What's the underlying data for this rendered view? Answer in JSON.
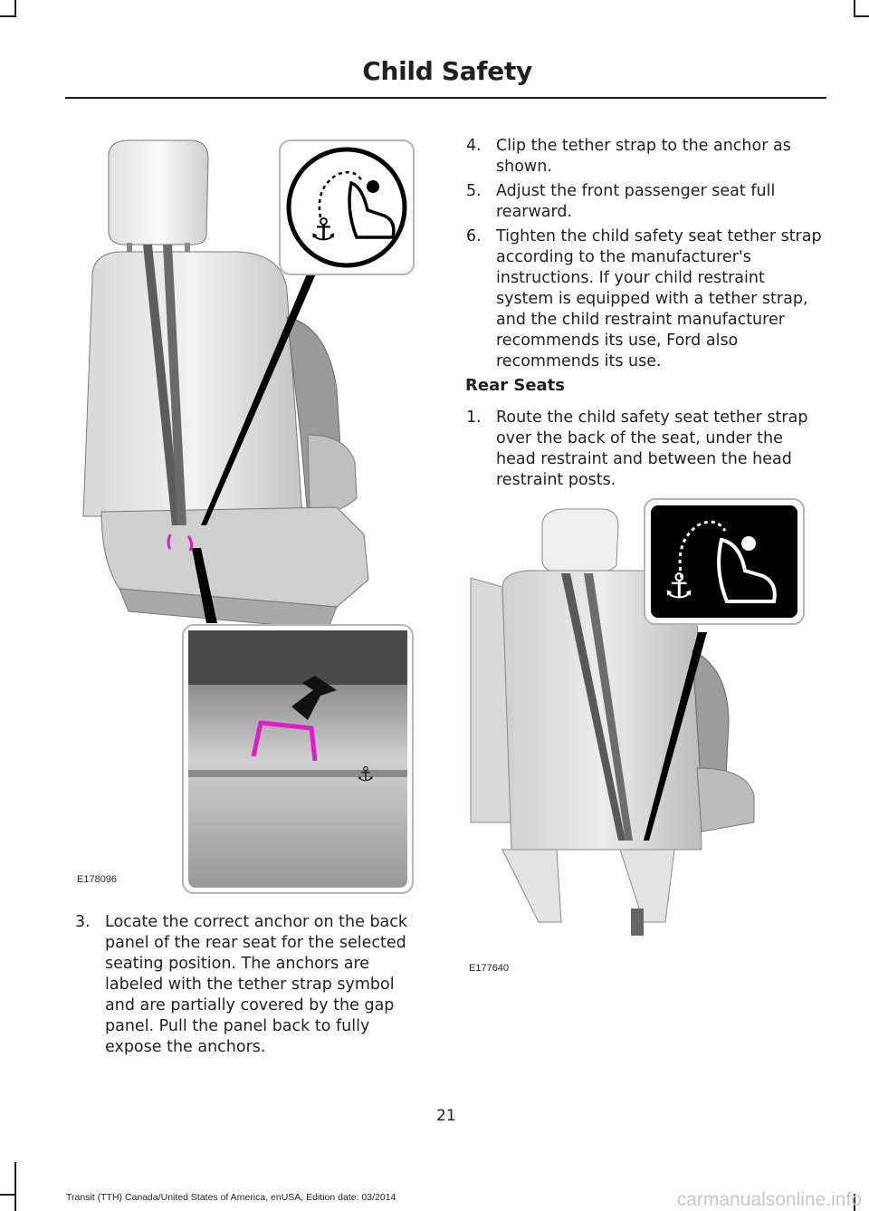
{
  "header": {
    "title": "Child Safety"
  },
  "figures": {
    "left": {
      "code": "E178096"
    },
    "right": {
      "code": "E177640"
    }
  },
  "steps_left": [
    {
      "num": "3.",
      "text": "Locate the correct anchor on the back panel of the rear seat for the selected seating position. The anchors are labeled with the tether strap symbol and are partially covered by the gap panel. Pull the panel back to fully expose the anchors."
    }
  ],
  "steps_right": [
    {
      "num": "4.",
      "text": "Clip the tether strap to the anchor as shown."
    },
    {
      "num": "5.",
      "text": "Adjust the front passenger seat full rearward."
    },
    {
      "num": "6.",
      "text": "Tighten the child safety seat tether strap according to the manufacturer's instructions. If your child restraint system is equipped with a tether strap, and the child restraint manufacturer recommends its use, Ford also recommends its use."
    }
  ],
  "section": {
    "heading": "Rear Seats"
  },
  "steps_rear": [
    {
      "num": "1.",
      "text": "Route the child safety seat tether strap over the back of the seat, under the head restraint and between the head restraint posts."
    }
  ],
  "footer": {
    "page_number": "21",
    "edition": "Transit (TTH) Canada/United States of America, enUSA, Edition date: 03/2014",
    "watermark": "carmanualsonline.info"
  },
  "colors": {
    "tether_highlight": "#e21bc8",
    "text": "#231f20"
  }
}
